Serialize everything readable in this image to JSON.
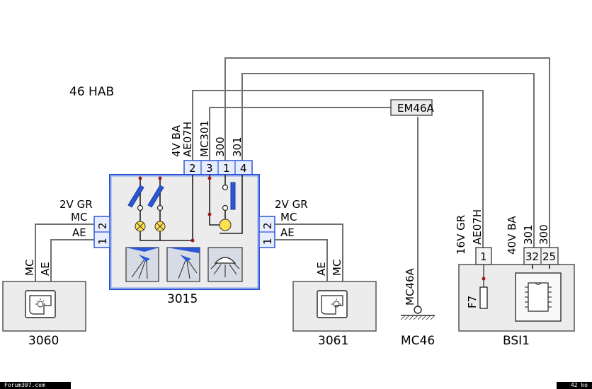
{
  "title": "46 HAB",
  "colors": {
    "wire": "#707070",
    "blue": "#2b56d6",
    "lamp": "#ffe14d",
    "component": "#ececec"
  },
  "top_connector": {
    "pins": [
      "2",
      "3",
      "1",
      "4"
    ],
    "wire_labels": [
      "4V BA",
      "AE07H",
      "MC301",
      "300",
      "301"
    ]
  },
  "em46a": "EM46A",
  "unit_3015": {
    "id": "3015",
    "left_pins": [
      "2",
      "1"
    ],
    "right_pins": [
      "2",
      "1"
    ]
  },
  "left_side": {
    "conn": "2V GR",
    "mc": "MC",
    "ae": "AE",
    "vert_mc": "MC",
    "vert_ae": "AE"
  },
  "right_side": {
    "conn": "2V GR",
    "mc": "MC",
    "ae": "AE",
    "vert_ae": "AE",
    "vert_mc": "MC"
  },
  "switch_3060": {
    "id": "3060"
  },
  "switch_3061": {
    "id": "3061"
  },
  "ground": {
    "wire": "MC46A",
    "id": "MC46"
  },
  "bsi": {
    "id": "BSI1",
    "conn1": "16V GR",
    "conn1_wire": "AE07H",
    "conn1_pin": "1",
    "conn2": "40V BA",
    "conn2_wires": [
      "301",
      "300"
    ],
    "conn2_pins": [
      "32",
      "25"
    ],
    "fuse": "F7"
  },
  "footer": {
    "site": "Forum307.com",
    "size": "42 ko"
  }
}
